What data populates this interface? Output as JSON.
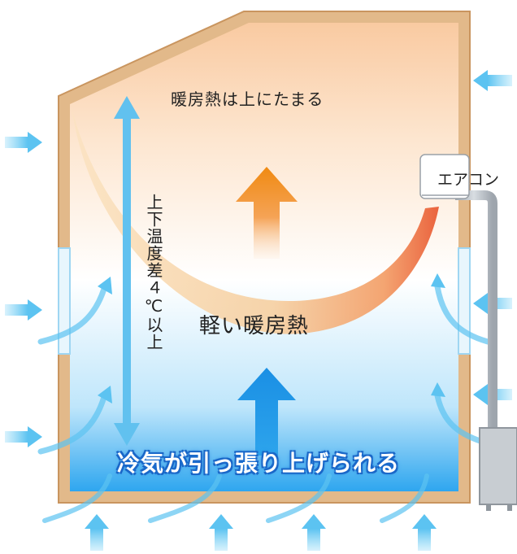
{
  "labels": {
    "warm_top": "暖房熱は上にたまる",
    "warm_light": "軽い暖房熱",
    "aircon": "エアコン",
    "temp_diff": "上下温度差４℃以上",
    "cold_pulled": "冷気が引っ張り上げられる"
  },
  "colors": {
    "wall": "#e2b98a",
    "warm": "#f7a24b",
    "cold": "#2da4ec",
    "arrow_light_blue": "#5cc3f1",
    "ac_pipe": "#b9c0c8"
  },
  "icons": {
    "up_arrow_warm": "arrow-up-orange",
    "up_arrow_cold": "arrow-up-blue",
    "double_arrow": "vertical-double-arrow",
    "aircon_unit": "air-conditioner-unit",
    "outdoor_unit": "outdoor-unit"
  }
}
